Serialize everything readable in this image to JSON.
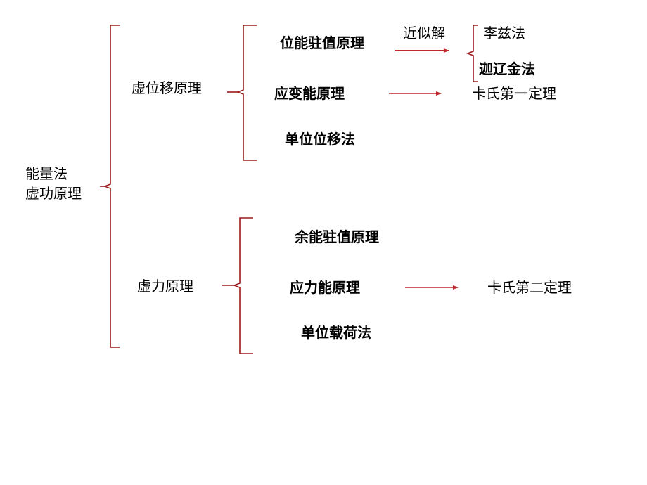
{
  "root": {
    "line1": "能量法",
    "line2": "虚功原理"
  },
  "virtual_displacement": {
    "title": "虚位移原理",
    "items": [
      "位能驻值原理",
      "应变能原理",
      "单位位移法"
    ],
    "approx_label": "近似解",
    "approx_methods": [
      "李兹法",
      "迦辽金法"
    ],
    "castigliano_1": "卡氏第一定理"
  },
  "virtual_force": {
    "title": "虚力原理",
    "items": [
      "余能驻值原理",
      "应力能原理",
      "单位载荷法"
    ],
    "castigliano_2": "卡氏第二定理"
  },
  "colors": {
    "bracket": "#9b1b1b",
    "arrow": "#c0282d",
    "text": "#000000",
    "background": "#ffffff"
  }
}
